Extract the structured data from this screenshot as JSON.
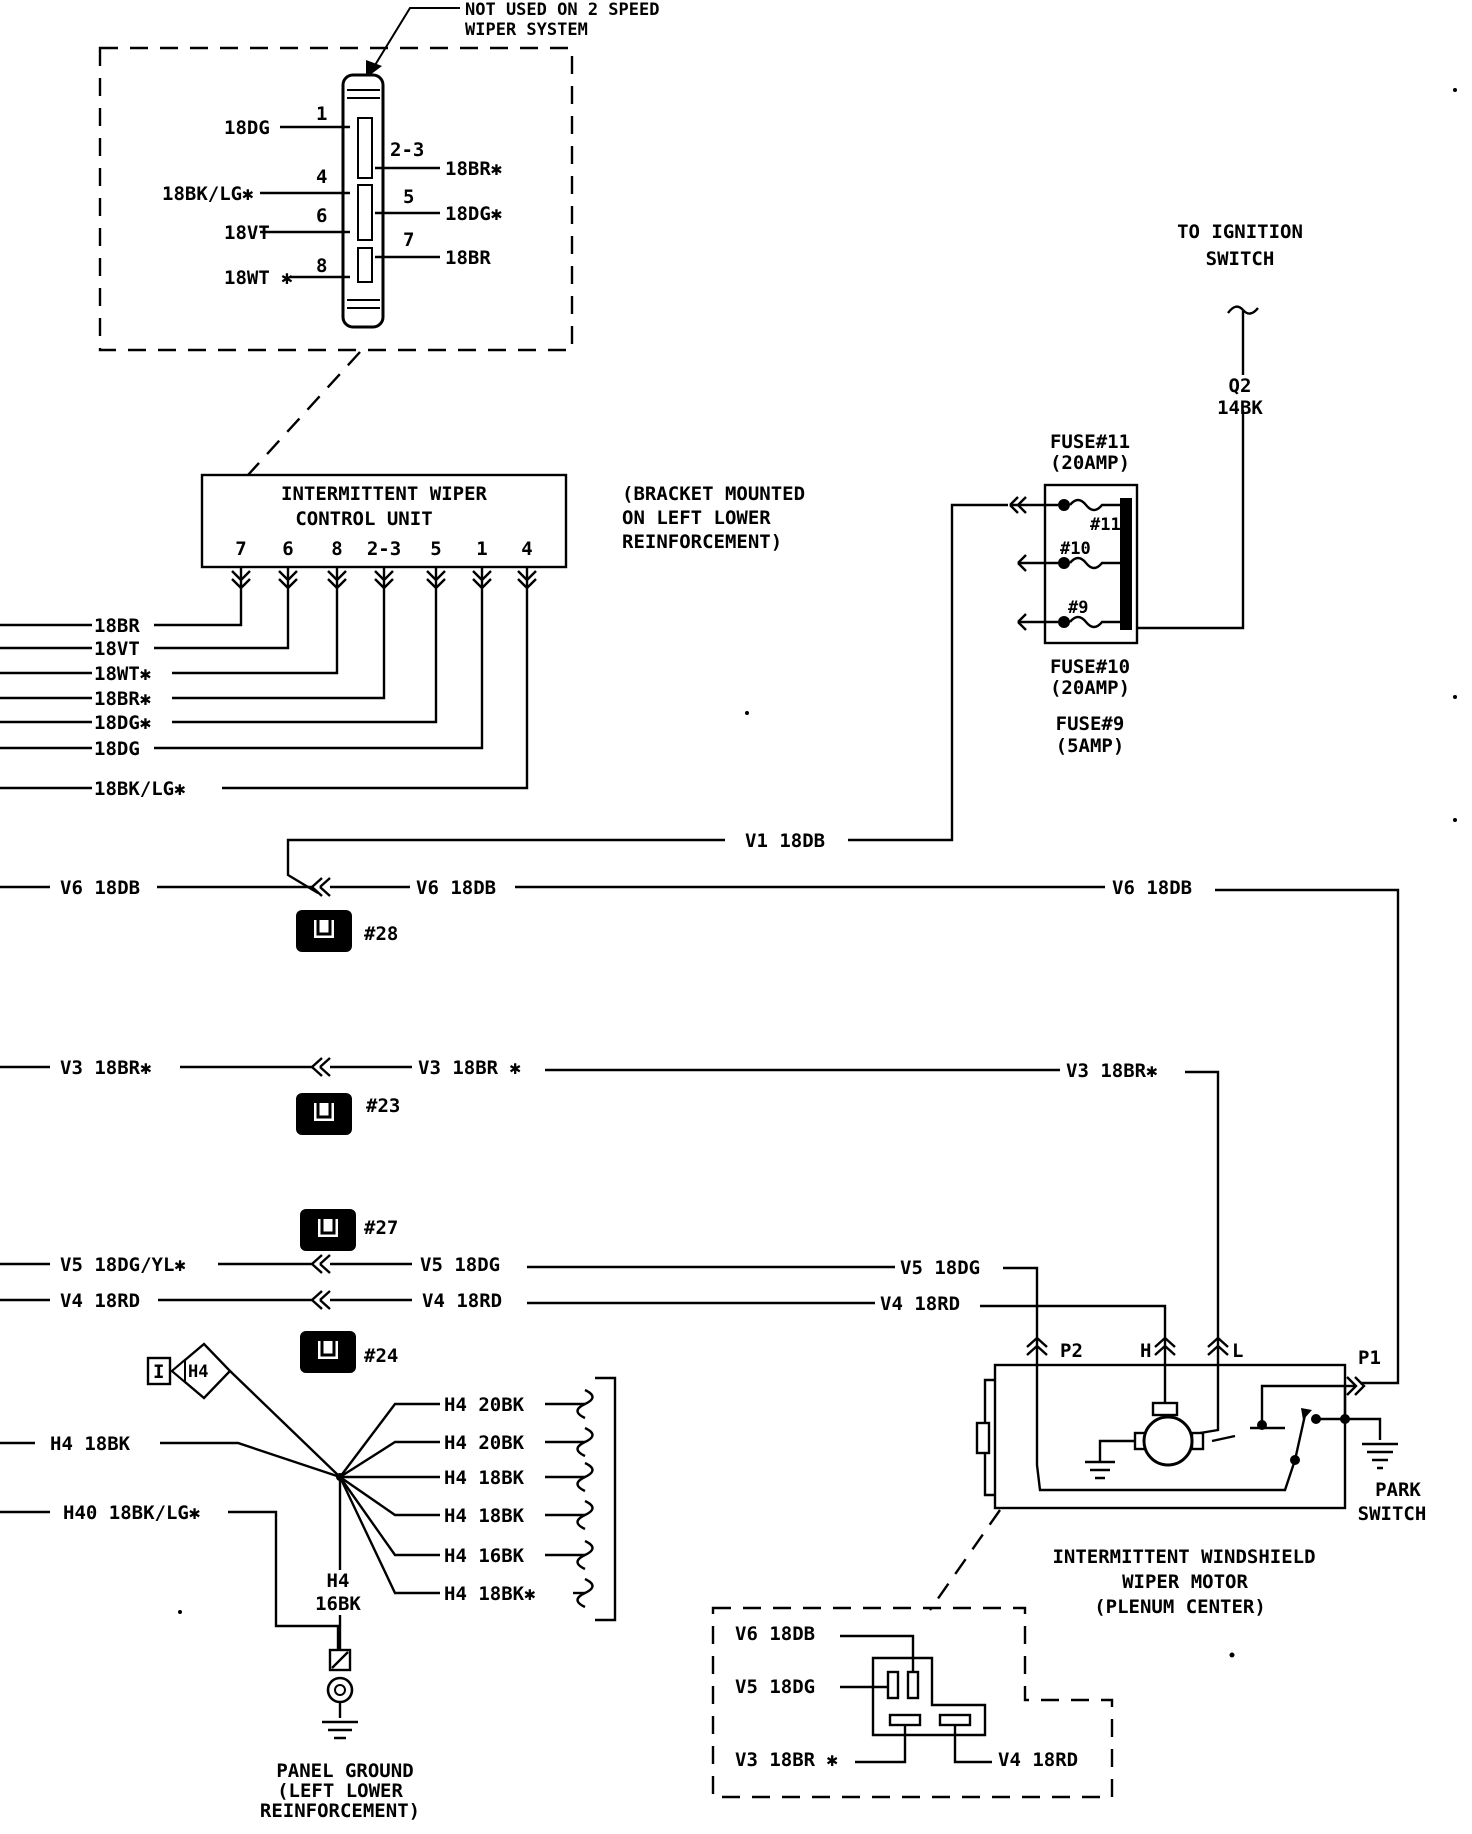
{
  "top_connector": {
    "callout": [
      "NOT USED ON 2 SPEED",
      "WIPER SYSTEM"
    ],
    "pins": {
      "p1": "1",
      "p23": "2-3",
      "p4": "4",
      "p5": "5",
      "p6": "6",
      "p7": "7",
      "p8": "8"
    },
    "wires": {
      "w1": "18DG",
      "w23": "18BR✱",
      "w4": "18BK/LG✱",
      "w5": "18DG✱",
      "w6": "18VT",
      "w7": "18BR",
      "w8": "18WT ✱"
    }
  },
  "control_unit": {
    "title_line1": "INTERMITTENT WIPER",
    "title_line2": "CONTROL UNIT",
    "pins": [
      "7",
      "6",
      "8",
      "2-3",
      "5",
      "1",
      "4"
    ],
    "note": [
      "(BRACKET MOUNTED",
      "ON LEFT LOWER",
      "REINFORCEMENT)"
    ],
    "wire_labels": [
      "18BR",
      "18VT",
      "18WT✱",
      "18BR✱",
      "18DG✱",
      "18DG",
      "18BK/LG✱"
    ]
  },
  "ignition": {
    "label_line1": "TO IGNITION",
    "label_line2": "SWITCH",
    "wire_id": "Q2",
    "wire_gauge": "14BK"
  },
  "fuse_block": {
    "fuse11_line1": "FUSE#11",
    "fuse11_line2": "(20AMP)",
    "fuse10_line1": "FUSE#10",
    "fuse10_line2": "(20AMP)",
    "fuse9_line1": "FUSE#9",
    "fuse9_line2": "(5AMP)",
    "inner": [
      "#11",
      "#10",
      "#9"
    ]
  },
  "circuits": {
    "v1": "V1 18DB",
    "v6_left": "V6 18DB",
    "v6_mid": "V6 18DB",
    "v6_right": "V6 18DB",
    "v3_left": "V3 18BR✱",
    "v3_mid": "V3 18BR ✱",
    "v3_right": "V3 18BR✱",
    "v5_left": "V5 18DG/YL✱",
    "v5_mid": "V5 18DG",
    "v5_right": "V5 18DG",
    "v4_left": "V4 18RD",
    "v4_mid": "V4 18RD",
    "v4_right": "V4 18RD"
  },
  "splices": [
    "#28",
    "#23",
    "#27",
    "#24"
  ],
  "ground": {
    "h4_left": "H4 18BK",
    "h40_left": "H40 18BK/LG✱",
    "branches": [
      "H4 20BK",
      "H4 20BK",
      "H4 18BK",
      "H4 18BK",
      "H4 16BK",
      "H4 18BK✱"
    ],
    "down_wire_id": "H4",
    "down_wire_gauge": "16BK",
    "tag_letter": "I",
    "tag_id": "H4",
    "label": [
      "PANEL GROUND",
      "(LEFT LOWER",
      "REINFORCEMENT)"
    ]
  },
  "motor": {
    "terminals": [
      "P2",
      "H",
      "L",
      "P1"
    ],
    "park_label": [
      "PARK",
      "SWITCH"
    ],
    "label": [
      "INTERMITTENT WINDSHIELD",
      "WIPER MOTOR",
      "(PLENUM CENTER)"
    ]
  },
  "motor_connector": {
    "wires": [
      "V6 18DB",
      "V5 18DG",
      "V3 18BR ✱",
      "V4 18RD"
    ]
  }
}
